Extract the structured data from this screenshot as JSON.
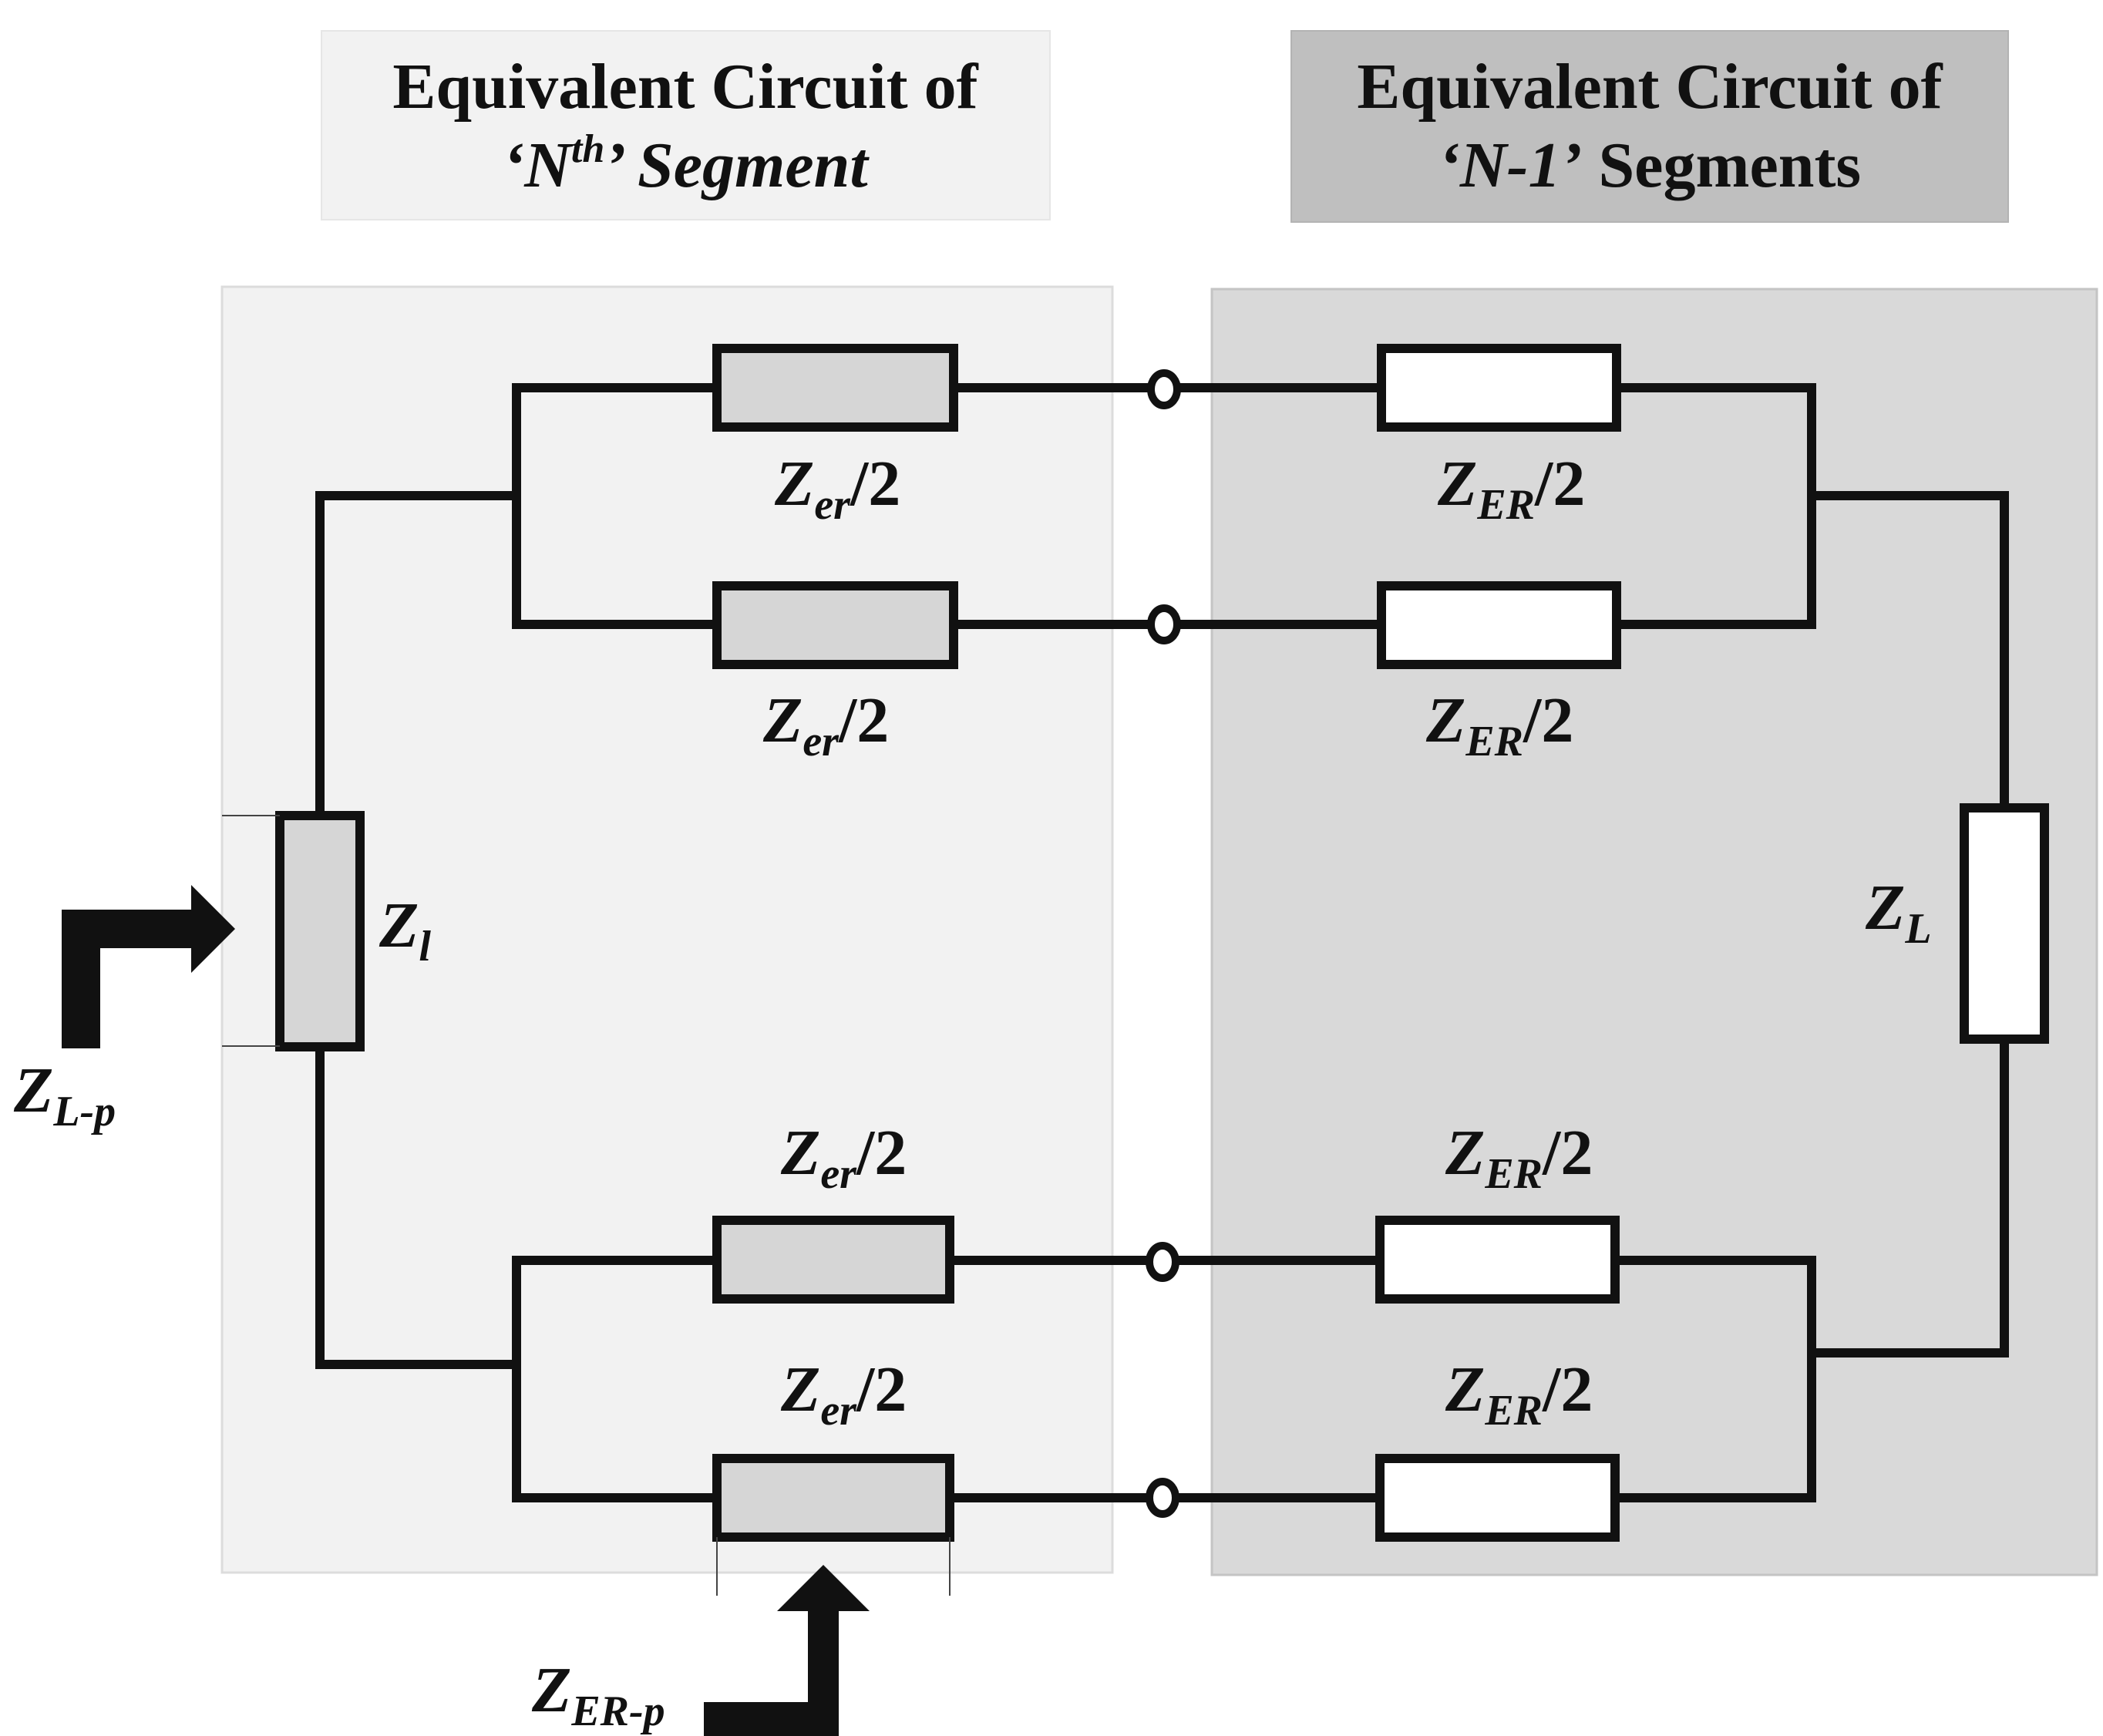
{
  "titles": {
    "left": {
      "line1": "Equivalent Circuit of",
      "line2_pre": "‘N",
      "line2_sup": "th",
      "line2_post": "’ Segment"
    },
    "right": {
      "line1": "Equivalent Circuit of",
      "line2_it": "‘N-1’",
      "line2_post": " Segments"
    }
  },
  "labels": {
    "Zer": {
      "main": "Z",
      "sub": "er",
      "tail": "/2"
    },
    "ZER": {
      "main": "Z",
      "sub": "ER",
      "tail": "/2"
    },
    "Zl": {
      "main": "Z",
      "sub": "l"
    },
    "ZL": {
      "main": "Z",
      "sub": "L"
    },
    "ZLp": {
      "main": "Z",
      "sub": "L-p"
    },
    "ZERp": {
      "main": "Z",
      "sub": "ER-p"
    }
  },
  "colors": {
    "left_panel": "#f2f2f2",
    "right_panel": "#d9d9d9",
    "left_title_bg": "#f2f2f2",
    "right_title_bg": "#bfbfbf",
    "resistor_fill": "#d6d6d6",
    "wire": "#111111"
  }
}
